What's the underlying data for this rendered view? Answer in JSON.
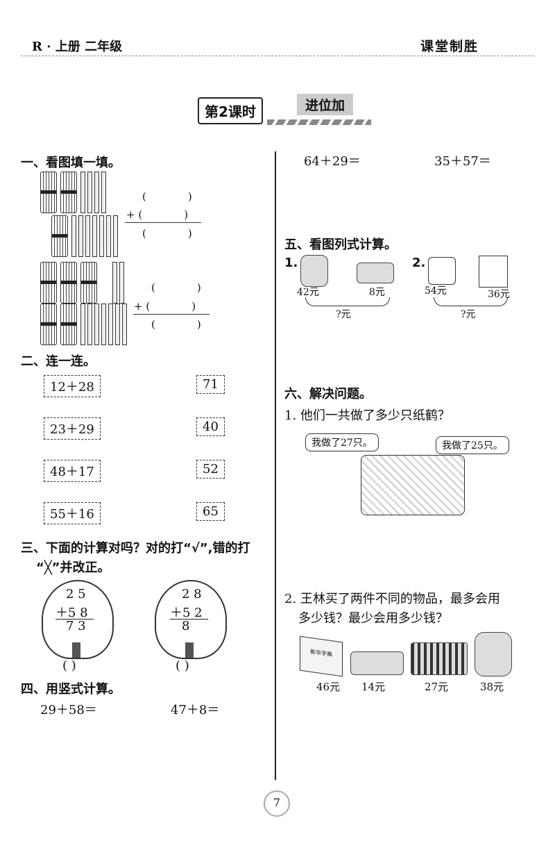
{
  "header": {
    "left": "R · 上册 二年级",
    "right": "课堂制胜"
  },
  "lesson": {
    "label": "第2课时",
    "title": "进位加"
  },
  "s1": {
    "heading": "一、看图填一填。"
  },
  "s2": {
    "heading": "二、连一连。",
    "left": [
      "12＋28",
      "23＋29",
      "48＋17",
      "55＋16"
    ],
    "right": [
      "71",
      "40",
      "52",
      "65"
    ]
  },
  "s3": {
    "heading1": "三、下面的计算对吗？对的打“√”,错的打",
    "heading2": "“╳”并改正。",
    "tree1": {
      "a": "2 5",
      "b": "＋5 8",
      "r": "7 3",
      "paren": "(   )"
    },
    "tree2": {
      "a": "2 8",
      "b": "＋5 2",
      "r": "8",
      "paren": "(   )"
    }
  },
  "s4": {
    "heading": "四、用竖式计算。",
    "eqs": [
      "29＋58＝",
      "47＋8＝",
      "64＋29＝",
      "35＋57＝"
    ]
  },
  "s5": {
    "heading": "五、看图列式计算。",
    "p1": {
      "num": "1.",
      "a": "42元",
      "b": "8元",
      "q": "?元"
    },
    "p2": {
      "num": "2.",
      "a": "54元",
      "b": "36元",
      "q": "?元"
    }
  },
  "s6": {
    "heading": "六、解决问题。",
    "q1": "1. 他们一共做了多少只纸鹤？",
    "bubble1": "我做了27只。",
    "bubble2": "我做了25只。",
    "q2a": "2. 王林买了两件不同的物品，最多会用",
    "q2b": "多少钱？最少会用多少钱？",
    "prices": [
      "46元",
      "14元",
      "27元",
      "38元"
    ],
    "book": "新华字典"
  },
  "page": "7"
}
